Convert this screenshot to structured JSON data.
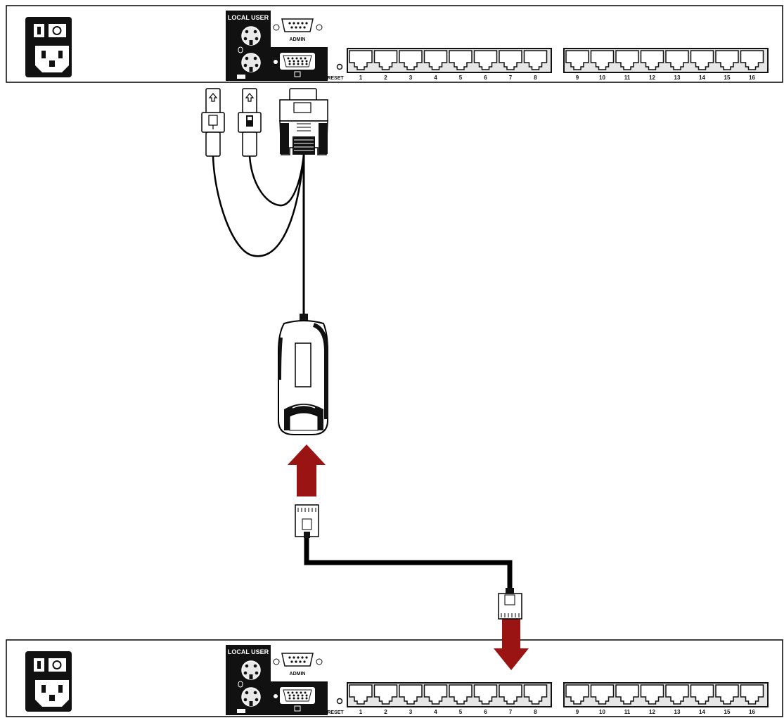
{
  "top_switch": {
    "local_user_label": "LOCAL USER",
    "admin_label": "ADMIN",
    "reset_label": "RESET",
    "ports": [
      "1",
      "2",
      "3",
      "4",
      "5",
      "6",
      "7",
      "8",
      "9",
      "10",
      "11",
      "12",
      "13",
      "14",
      "15",
      "16"
    ]
  },
  "bottom_switch": {
    "local_user_label": "LOCAL USER",
    "admin_label": "ADMIN",
    "reset_label": "RESET",
    "ports": [
      "1",
      "2",
      "3",
      "4",
      "5",
      "6",
      "7",
      "8",
      "9",
      "10",
      "11",
      "12",
      "13",
      "14",
      "15",
      "16"
    ]
  },
  "colors": {
    "arrow": "#9b1414",
    "line": "#000000",
    "panel_dark": "#111111",
    "port_fill": "#ffffff",
    "bay_fill": "#e6e6e6"
  },
  "icons": {
    "power": "power-inlet-icon",
    "ps2_keyboard": "ps2-keyboard-port-icon",
    "ps2_mouse": "ps2-mouse-port-icon",
    "vga": "vga-port-icon",
    "admin": "db9-serial-port-icon",
    "rj45": "rj45-port-icon"
  }
}
